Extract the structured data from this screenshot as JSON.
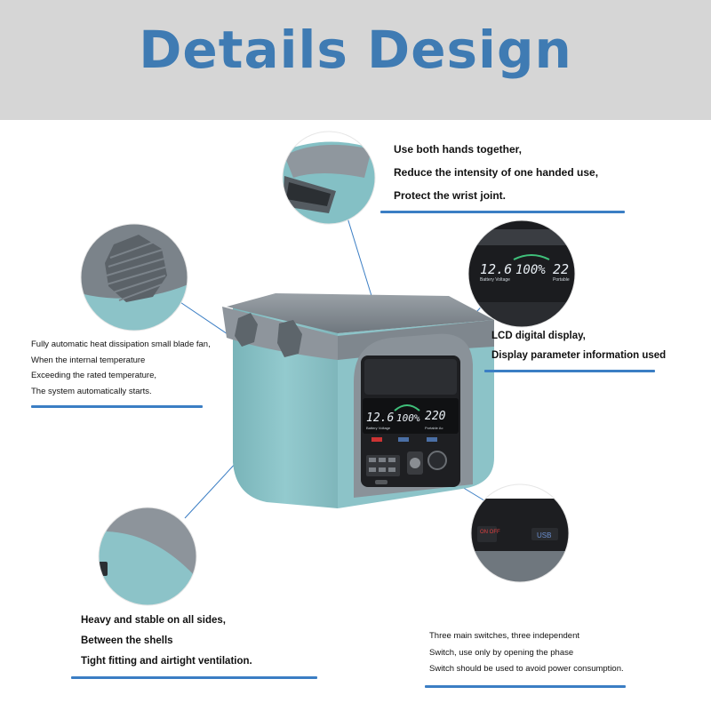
{
  "title": "Details Design",
  "callouts": {
    "handle": [
      "Use both hands together,",
      "Reduce the intensity of one handed use,",
      "Protect the wrist joint."
    ],
    "fan": [
      "Fully automatic heat dissipation small blade fan,",
      "When the internal temperature",
      "Exceeding the rated temperature,",
      "The system automatically starts."
    ],
    "lcd": [
      "LCD digital display,",
      "Display parameter information used"
    ],
    "shell": [
      "Heavy and stable on all sides,",
      "Between the shells",
      "Tight fitting and airtight ventilation."
    ],
    "switch": [
      "Three main switches, three independent",
      "Switch, use only by opening the phase",
      "Switch should be used to avoid power consumption."
    ]
  },
  "display": {
    "voltage": "12.6",
    "voltage_label": "Battery Voltage",
    "percent": "100%",
    "output": "220",
    "output_label": "Portable Ac",
    "zoom_voltage": "12.6",
    "zoom_voltage_label": "Battery Voltage",
    "zoom_percent": "100%",
    "zoom_output": "22",
    "zoom_output_label": "Portable"
  },
  "switches": {
    "on_off": "ON OFF",
    "usb": "USB"
  },
  "colors": {
    "title": "#3f7bb3",
    "accent_line": "#3b7ec4",
    "body_teal": "#8ec5c9",
    "top_gray": "#8a9199",
    "panel_dark": "#1e1f22"
  }
}
